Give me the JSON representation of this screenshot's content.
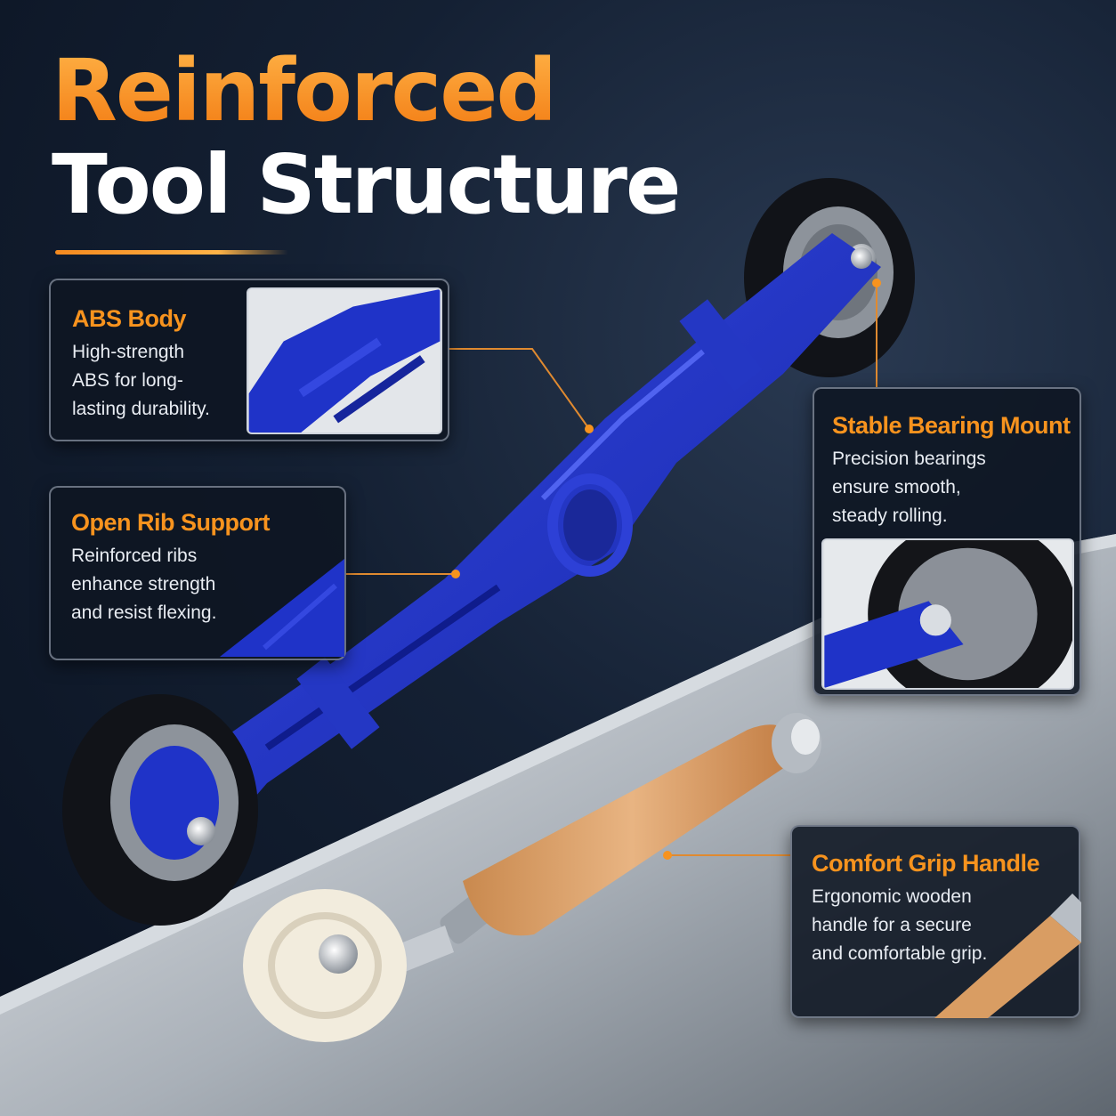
{
  "headline": {
    "line1": "Reinforced",
    "line2": "Tool Structure"
  },
  "features": [
    {
      "title": "ABS Body",
      "lines": [
        "High-strength",
        "ABS for long-",
        "lasting durability."
      ]
    },
    {
      "title": "Open Rib Support",
      "lines": [
        "Reinforced ribs",
        "enhance strength",
        "and resist flexing."
      ]
    },
    {
      "title": "Stable Bearing Mount",
      "lines": [
        "Precision bearings",
        "ensure smooth,",
        "steady rolling."
      ]
    },
    {
      "title": "Comfort Grip Handle",
      "lines": [
        "Ergonomic wooden",
        "handle for a secure",
        "and comfortable grip."
      ]
    }
  ],
  "colors": {
    "accent": "#f7931e",
    "tool_blue": "#1f33c8",
    "background": "#101a2a"
  }
}
